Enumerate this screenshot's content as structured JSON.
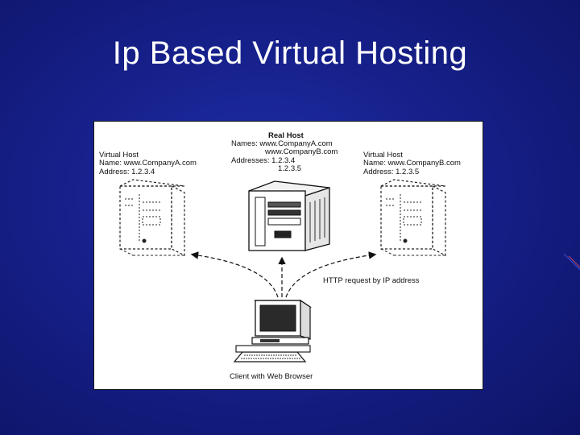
{
  "slide": {
    "title": "Ip Based Virtual Hosting"
  },
  "diagram": {
    "real_host": {
      "heading": "Real Host",
      "names_line1": "Names: www.CompanyA.com",
      "names_line2": "www.CompanyB.com",
      "addresses_line1": "Addresses: 1.2.3.4",
      "addresses_line2": "1.2.3.5"
    },
    "virtual_host_a": {
      "heading": "Virtual Host",
      "name": "Name: www.CompanyA.com",
      "address": "Address: 1.2.3.4"
    },
    "virtual_host_b": {
      "heading": "Virtual Host",
      "name": "Name: www.CompanyB.com",
      "address": "Address: 1.2.3.5"
    },
    "request_label": "HTTP request by IP address",
    "client_label": "Client with Web Browser"
  }
}
